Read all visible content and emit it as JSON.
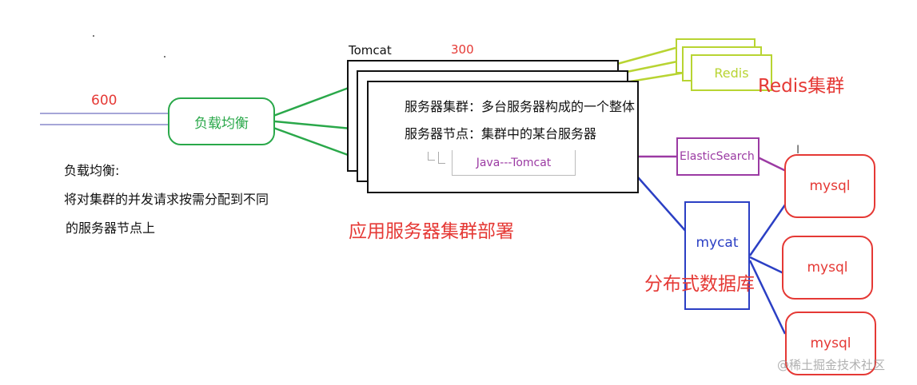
{
  "left": {
    "traffic_value": "600",
    "lb_node": "负载均衡",
    "lb_title": "负载均衡:",
    "lb_desc_line1": "将对集群的并发请求按需分配到不同",
    "lb_desc_line2": "的服务器节点上"
  },
  "cluster": {
    "tomcat_label": "Tomcat",
    "tomcat_value": "300",
    "line1": "服务器集群：多台服务器构成的一个整体",
    "line2": "服务器节点：集群中的某台服务器",
    "java_tomcat": "Java---Tomcat",
    "caption": "应用服务器集群部署"
  },
  "redis": {
    "node": "Redis",
    "caption": "Redis集群"
  },
  "search": {
    "node": "ElasticSearch"
  },
  "database": {
    "proxy": "mycat",
    "caption": "分布式数据库",
    "nodes": [
      "mysql",
      "mysql",
      "mysql"
    ]
  },
  "watermark": "@稀土掘金技术社区",
  "colors": {
    "green": "#2aa84a",
    "red": "#e53935",
    "blue": "#2b3fc4",
    "purple": "#9b3aa3",
    "lime": "#b8d432",
    "input_line": "#8888cc"
  }
}
